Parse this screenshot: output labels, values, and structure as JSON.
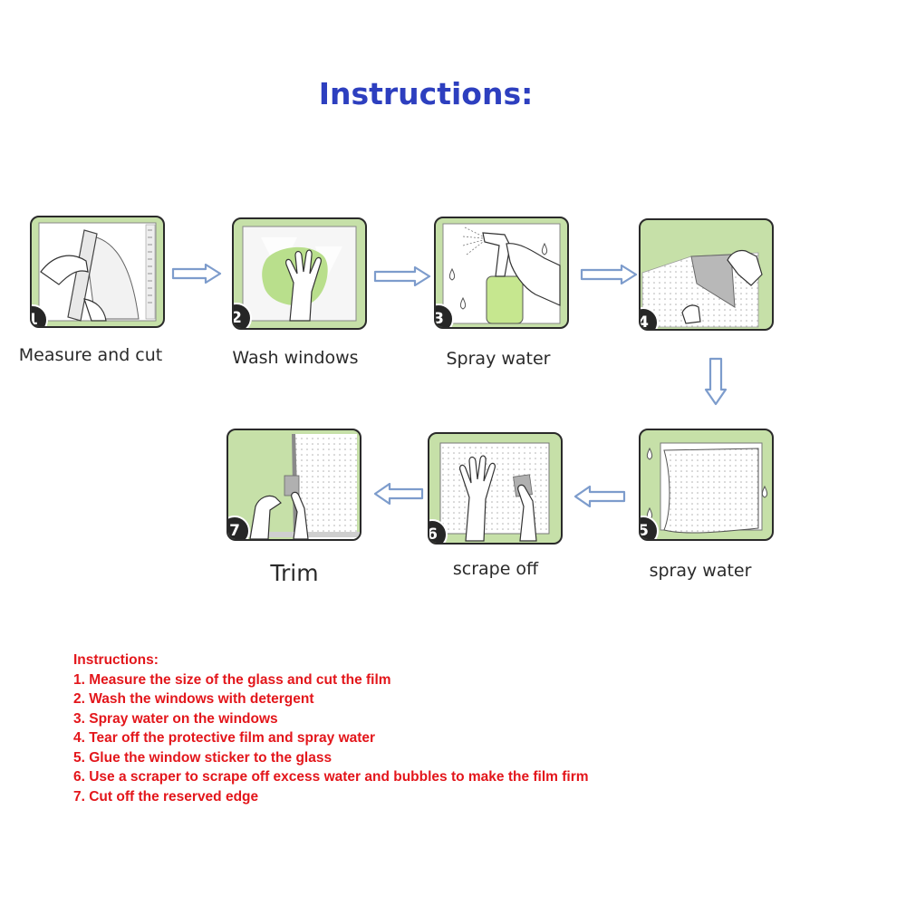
{
  "title": "Instructions:",
  "steps": [
    {
      "number": "1",
      "caption": "Measure and cut"
    },
    {
      "number": "2",
      "caption": "Wash windows"
    },
    {
      "number": "3",
      "caption": "Spray water"
    },
    {
      "number": "4",
      "caption": ""
    },
    {
      "number": "5",
      "caption": "spray water"
    },
    {
      "number": "6",
      "caption": "scrape off"
    },
    {
      "number": "7",
      "caption": "Trim"
    }
  ],
  "instructions": {
    "heading": "Instructions:",
    "lines": [
      "1. Measure the size of the glass and cut the film",
      "2. Wash the windows with detergent",
      "3. Spray water on the windows",
      "4. Tear off the protective film and spray water",
      "5. Glue the window sticker to the glass",
      "6. Use a scraper to scrape off excess water and bubbles to make the film firm",
      "7. Cut off the reserved edge"
    ]
  },
  "colors": {
    "title": "#2d3fbf",
    "panel_green": "#c6e0a8",
    "arrow_blue": "#7d9ccc",
    "instruction_red": "#e3161b",
    "badge": "#262626"
  }
}
